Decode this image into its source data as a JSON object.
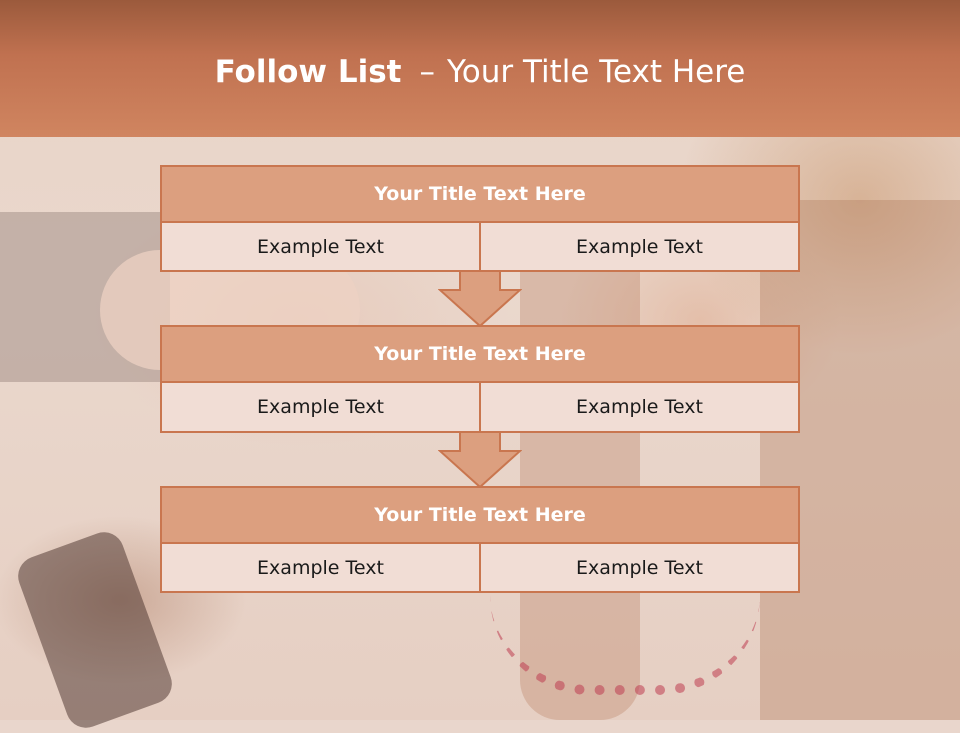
{
  "slide": {
    "title_bold": "Follow List",
    "title_separator": "–",
    "title_rest": "Your Title Text Here"
  },
  "steps": [
    {
      "title": "Your Title Text Here",
      "left": "Example Text",
      "right": "Example Text"
    },
    {
      "title": "Your Title Text Here",
      "left": "Example Text",
      "right": "Example Text"
    },
    {
      "title": "Your Title Text Here",
      "left": "Example Text",
      "right": "Example Text"
    }
  ],
  "colors": {
    "header": "#c07150",
    "box_border": "#c9764f",
    "box_header_fill": "#dc9f7f",
    "box_cell_fill": "#f1ddd5",
    "arrow_fill": "#dc9f7f"
  },
  "icons": {
    "connector": "down-arrow-icon"
  }
}
